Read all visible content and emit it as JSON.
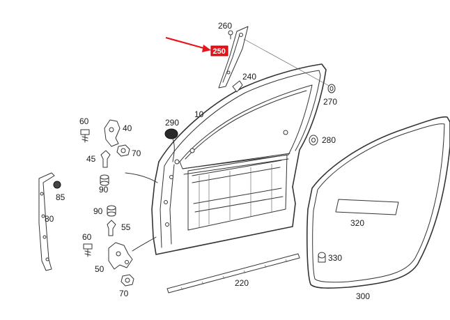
{
  "diagram": {
    "accent_color": "#e8141b",
    "highlighted_part": "250",
    "labels": {
      "p10": "10",
      "p40": "40",
      "p45": "45",
      "p50": "50",
      "p55": "55",
      "p60a": "60",
      "p60b": "60",
      "p70a": "70",
      "p70b": "70",
      "p80": "80",
      "p85": "85",
      "p90a": "90",
      "p90b": "90",
      "p220": "220",
      "p240": "240",
      "p250": "250",
      "p260": "260",
      "p270": "270",
      "p280": "280",
      "p290": "290",
      "p300": "300",
      "p320": "320",
      "p330": "330"
    }
  }
}
